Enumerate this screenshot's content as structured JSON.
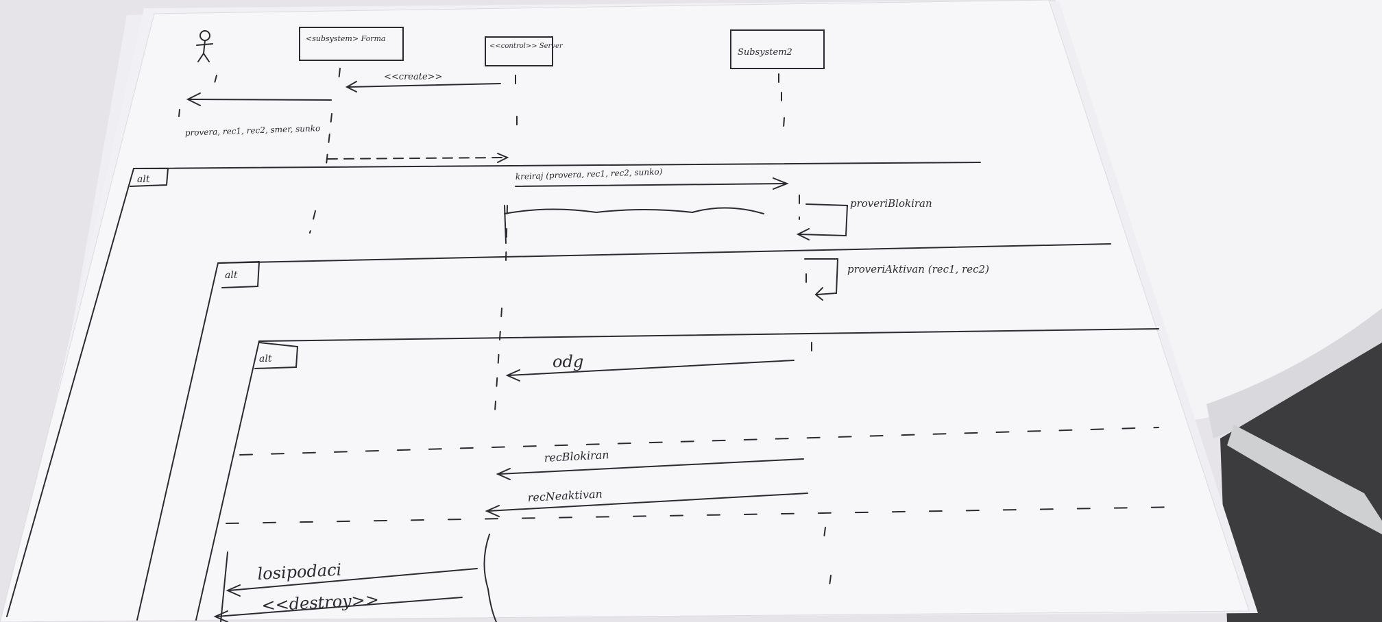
{
  "colors": {
    "desk": "#e6e4e8",
    "table_top": "#f4f3f5",
    "table_shadow": "#3c3c3e",
    "paper": "#f7f6f9",
    "paper_back": "#efeef2",
    "ink": "#2a2a30"
  },
  "diagram": {
    "lifelines": [
      {
        "label": ""
      },
      {
        "label": "<subsystem> Forma"
      },
      {
        "label": "<<control>> Server"
      },
      {
        "label": "Subsystem2"
      }
    ],
    "messages": [
      {
        "label": "<<create>>"
      },
      {
        "label": "provera, rec1, rec2, smer, sunko"
      },
      {
        "label": "kreiraj (provera, rec1, rec2, sunko)"
      },
      {
        "label": "proveriBlokiran"
      },
      {
        "label": "proveriAktivan (rec1, rec2)"
      },
      {
        "label": "odg"
      },
      {
        "label": "recBlokiran"
      },
      {
        "label": "recNeaktivan"
      },
      {
        "label": "losipodaci"
      },
      {
        "label": "<<destroy>>"
      }
    ],
    "fragments": [
      {
        "label": "alt"
      },
      {
        "label": "alt"
      },
      {
        "label": "alt"
      }
    ]
  }
}
